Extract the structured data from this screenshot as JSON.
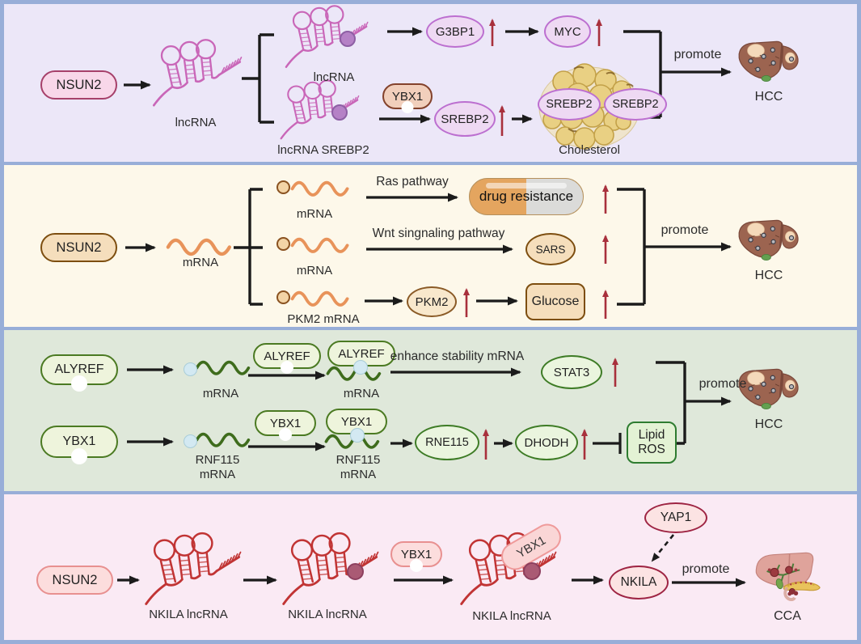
{
  "colors": {
    "panel1_bg": "#ece7f8",
    "panel2_bg": "#fdf8ea",
    "panel3_bg": "#dfe8da",
    "panel4_bg": "#faeaf4",
    "divider_blue": "#98aed8",
    "upregulation_red": "#a8303c",
    "lncrna_pink": "#c966b8",
    "mrna_orange": "#e8935a",
    "mrna_green": "#3e6c1c",
    "nkila_red": "#c13434"
  },
  "panel1": {
    "nsun2": "NSUN2",
    "lncrna_label": "lncRNA",
    "lncrna_top_label": "lncRNA",
    "lncrna_srebp2_label": "lncRNA SREBP2",
    "g3bp1": "G3BP1",
    "myc": "MYC",
    "ybx1": "YBX1",
    "srebp2": "SREBP2",
    "srebp2_left": "SREBP2",
    "srebp2_right": "SREBP2",
    "cholesterol_label": "Cholesterol",
    "promote": "promote",
    "organ": "HCC"
  },
  "panel2": {
    "nsun2": "NSUN2",
    "mrna_label": "mRNA",
    "mrna1_label": "mRNA",
    "mrna2_label": "mRNA",
    "pkm2_mrna_label": "PKM2 mRNA",
    "ras_pathway": "Ras pathway",
    "wnt_pathway": "Wnt singnaling pathway",
    "drug_resistance": "drug resistance",
    "sars": "SARS",
    "pkm2": "PKM2",
    "glucose": "Glucose",
    "promote": "promote",
    "organ": "HCC"
  },
  "panel3": {
    "alyref": "ALYREF",
    "alyref_carrier": "ALYREF",
    "alyref_bound": "ALYREF",
    "ybx1": "YBX1",
    "ybx1_carrier": "YBX1",
    "ybx1_bound": "YBX1",
    "mrna1_label": "mRNA",
    "mrna2_label": "mRNA",
    "rnf115_line1": "RNF115",
    "rnf115_line2": "mRNA",
    "rnf115b_line1": "RNF115",
    "rnf115b_line2": "mRNA",
    "enhance_label": "enhance stability mRNA",
    "stat3": "STAT3",
    "rne115": "RNE115",
    "dhodh": "DHODH",
    "lipid": "Lipid",
    "ros": "ROS",
    "promote": "promote",
    "organ": "HCC"
  },
  "panel4": {
    "nsun2": "NSUN2",
    "nkila1_label": "NKILA lncRNA",
    "nkila2_label": "NKILA lncRNA",
    "nkila3_label": "NKILA lncRNA",
    "ybx1": "YBX1",
    "ybx1_bound": "YBX1",
    "yap1": "YAP1",
    "nkila": "NKILA",
    "promote": "promote",
    "organ": "CCA"
  }
}
